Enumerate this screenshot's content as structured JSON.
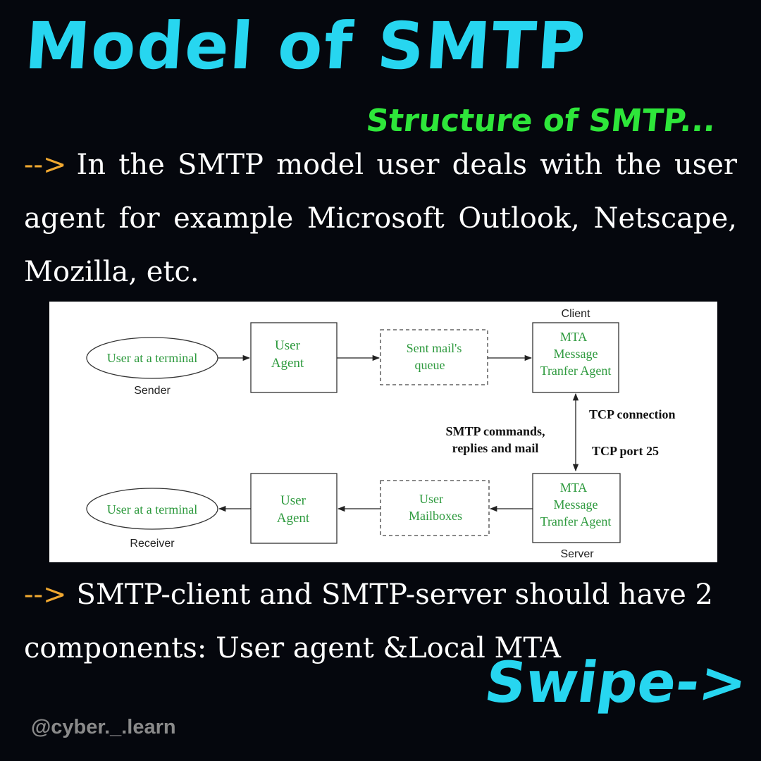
{
  "header": {
    "title": "Model of SMTP",
    "subtitle": "Structure of SMTP..."
  },
  "paragraphs": [
    {
      "arrow": "-->",
      "text": "In the SMTP model user deals with the user agent for example Microsoft Outlook, Netscape, Mozilla, etc."
    },
    {
      "arrow": "-->",
      "text": "SMTP-client and SMTP-server should have 2 components: User agent &Local MTA"
    }
  ],
  "diagram": {
    "client_label": "Client",
    "server_label": "Server",
    "sender": {
      "node": "User at a terminal",
      "caption": "Sender"
    },
    "receiver": {
      "node": "User at a terminal",
      "caption": "Receiver"
    },
    "user_agent_top": [
      "User",
      "Agent"
    ],
    "user_agent_bottom": [
      "User",
      "Agent"
    ],
    "queue": [
      "Sent mail's",
      "queue"
    ],
    "mailboxes": [
      "User",
      "Mailboxes"
    ],
    "mta_client": [
      "MTA",
      "Message",
      "Tranfer Agent"
    ],
    "mta_server": [
      "MTA",
      "Message",
      "Tranfer Agent"
    ],
    "tcp_connection": "TCP connection",
    "tcp_port": "TCP port 25",
    "smtp_commands": [
      "SMTP commands,",
      "replies and mail"
    ]
  },
  "footer": {
    "swipe": "Swipe->",
    "handle": "@cyber._.learn"
  },
  "colors": {
    "background": "#05070d",
    "title": "#27d6f0",
    "subtitle": "#2ee63a",
    "arrow": "#f0a830",
    "diagram_text": "#2e9a3e",
    "handle": "#8a8a8a"
  }
}
